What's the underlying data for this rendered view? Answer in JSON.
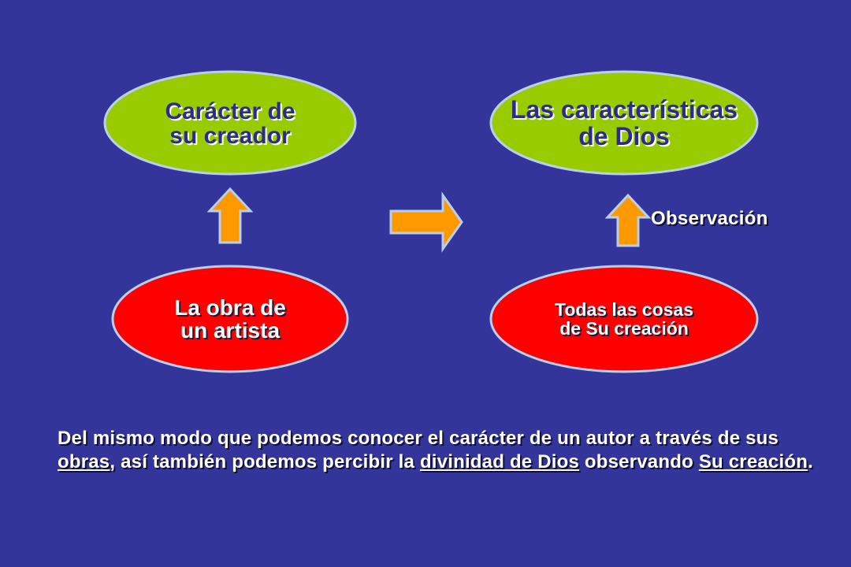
{
  "diagram": {
    "top_left": "Carácter de\nsu creador",
    "top_right": "Las características\nde Dios",
    "bottom_left": "La obra de\nun artista",
    "bottom_right": "Todas las cosas\nde Su creación",
    "arrow_label": "Observación"
  },
  "caption": {
    "part1": "Del mismo modo que podemos conocer el carácter de un autor a través de sus ",
    "link1": "obras",
    "part2": ", así también podemos percibir la ",
    "link2": "divinidad de Dios",
    "part3": " observando ",
    "link3": "Su creación",
    "part4": "."
  },
  "colors": {
    "background": "#34359a",
    "green_ellipse": "#99cc00",
    "red_ellipse": "#ff0000",
    "arrow_fill": "#ff9900",
    "ellipse_border": "#b8d0f0"
  }
}
